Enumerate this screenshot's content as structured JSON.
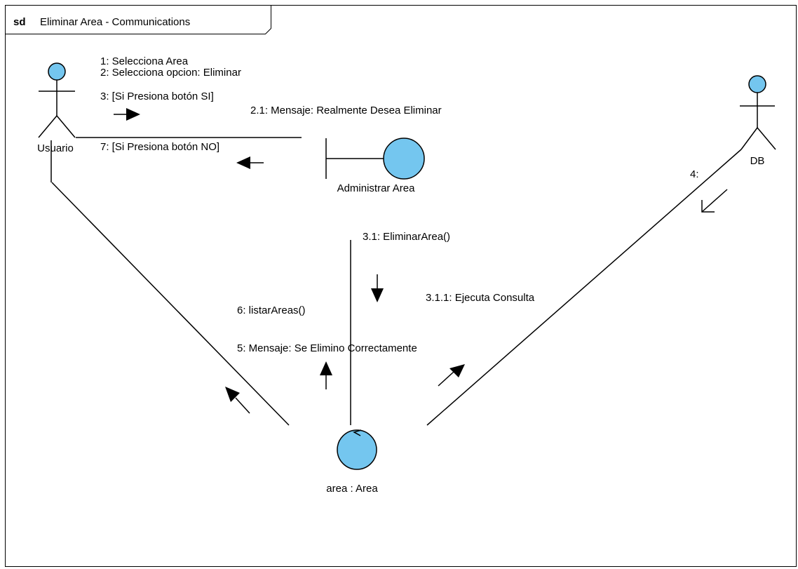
{
  "frame": {
    "keyword": "sd",
    "title": "Eliminar Area - Communications"
  },
  "elements": {
    "usuario": {
      "label": "Usuario"
    },
    "db": {
      "label": "DB"
    },
    "boundary": {
      "label": "Administrar Area"
    },
    "area": {
      "label": "area : Area"
    }
  },
  "messages": {
    "m1": "1: Selecciona Area",
    "m2": "2: Selecciona opcion: Eliminar",
    "m3": "3: [Si Presiona botón  SI]",
    "m21": "2.1: Mensaje: Realmente Desea Eliminar",
    "m7": "7: [Si Presiona botón NO]",
    "m4": "4:",
    "m31": "3.1: EliminarArea()",
    "m311": "3.1.1: Ejecuta Consulta",
    "m6": "6: listarAreas()",
    "m5": "5: Mensaje: Se Elimino Correctamente"
  },
  "colors": {
    "element_fill": "#74c6ef",
    "stroke": "#000000",
    "background": "#ffffff"
  }
}
